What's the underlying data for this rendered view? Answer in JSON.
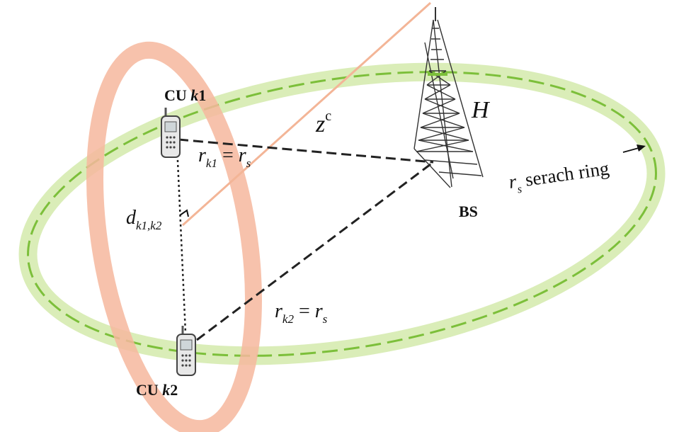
{
  "labels": {
    "cu1": {
      "prefix": "CU ",
      "index": "k",
      "num": "1"
    },
    "cu2": {
      "prefix": "CU ",
      "index": "k",
      "num": "2"
    },
    "bs": "BS",
    "height": "H",
    "zc": {
      "base": "z",
      "sup": "c"
    },
    "rk1": {
      "base": "r",
      "sub": "k1",
      "eq": " = ",
      "rhs": "r",
      "rhs_sub": "s"
    },
    "rk2": {
      "base": "r",
      "sub": "k2",
      "eq": " = ",
      "rhs": "r",
      "rhs_sub": "s"
    },
    "dist": {
      "base": "d",
      "sub": "k1,k2"
    },
    "ring": {
      "var": "r",
      "var_sub": "s",
      "text": " serach ring"
    }
  },
  "colors": {
    "ring_band": "#d6ebb0",
    "ring_dash": "#7cbf3a",
    "plane_band": "#f6b79e",
    "plane_line": "#f3b597",
    "link_line": "#222222",
    "tower": "#333333"
  }
}
